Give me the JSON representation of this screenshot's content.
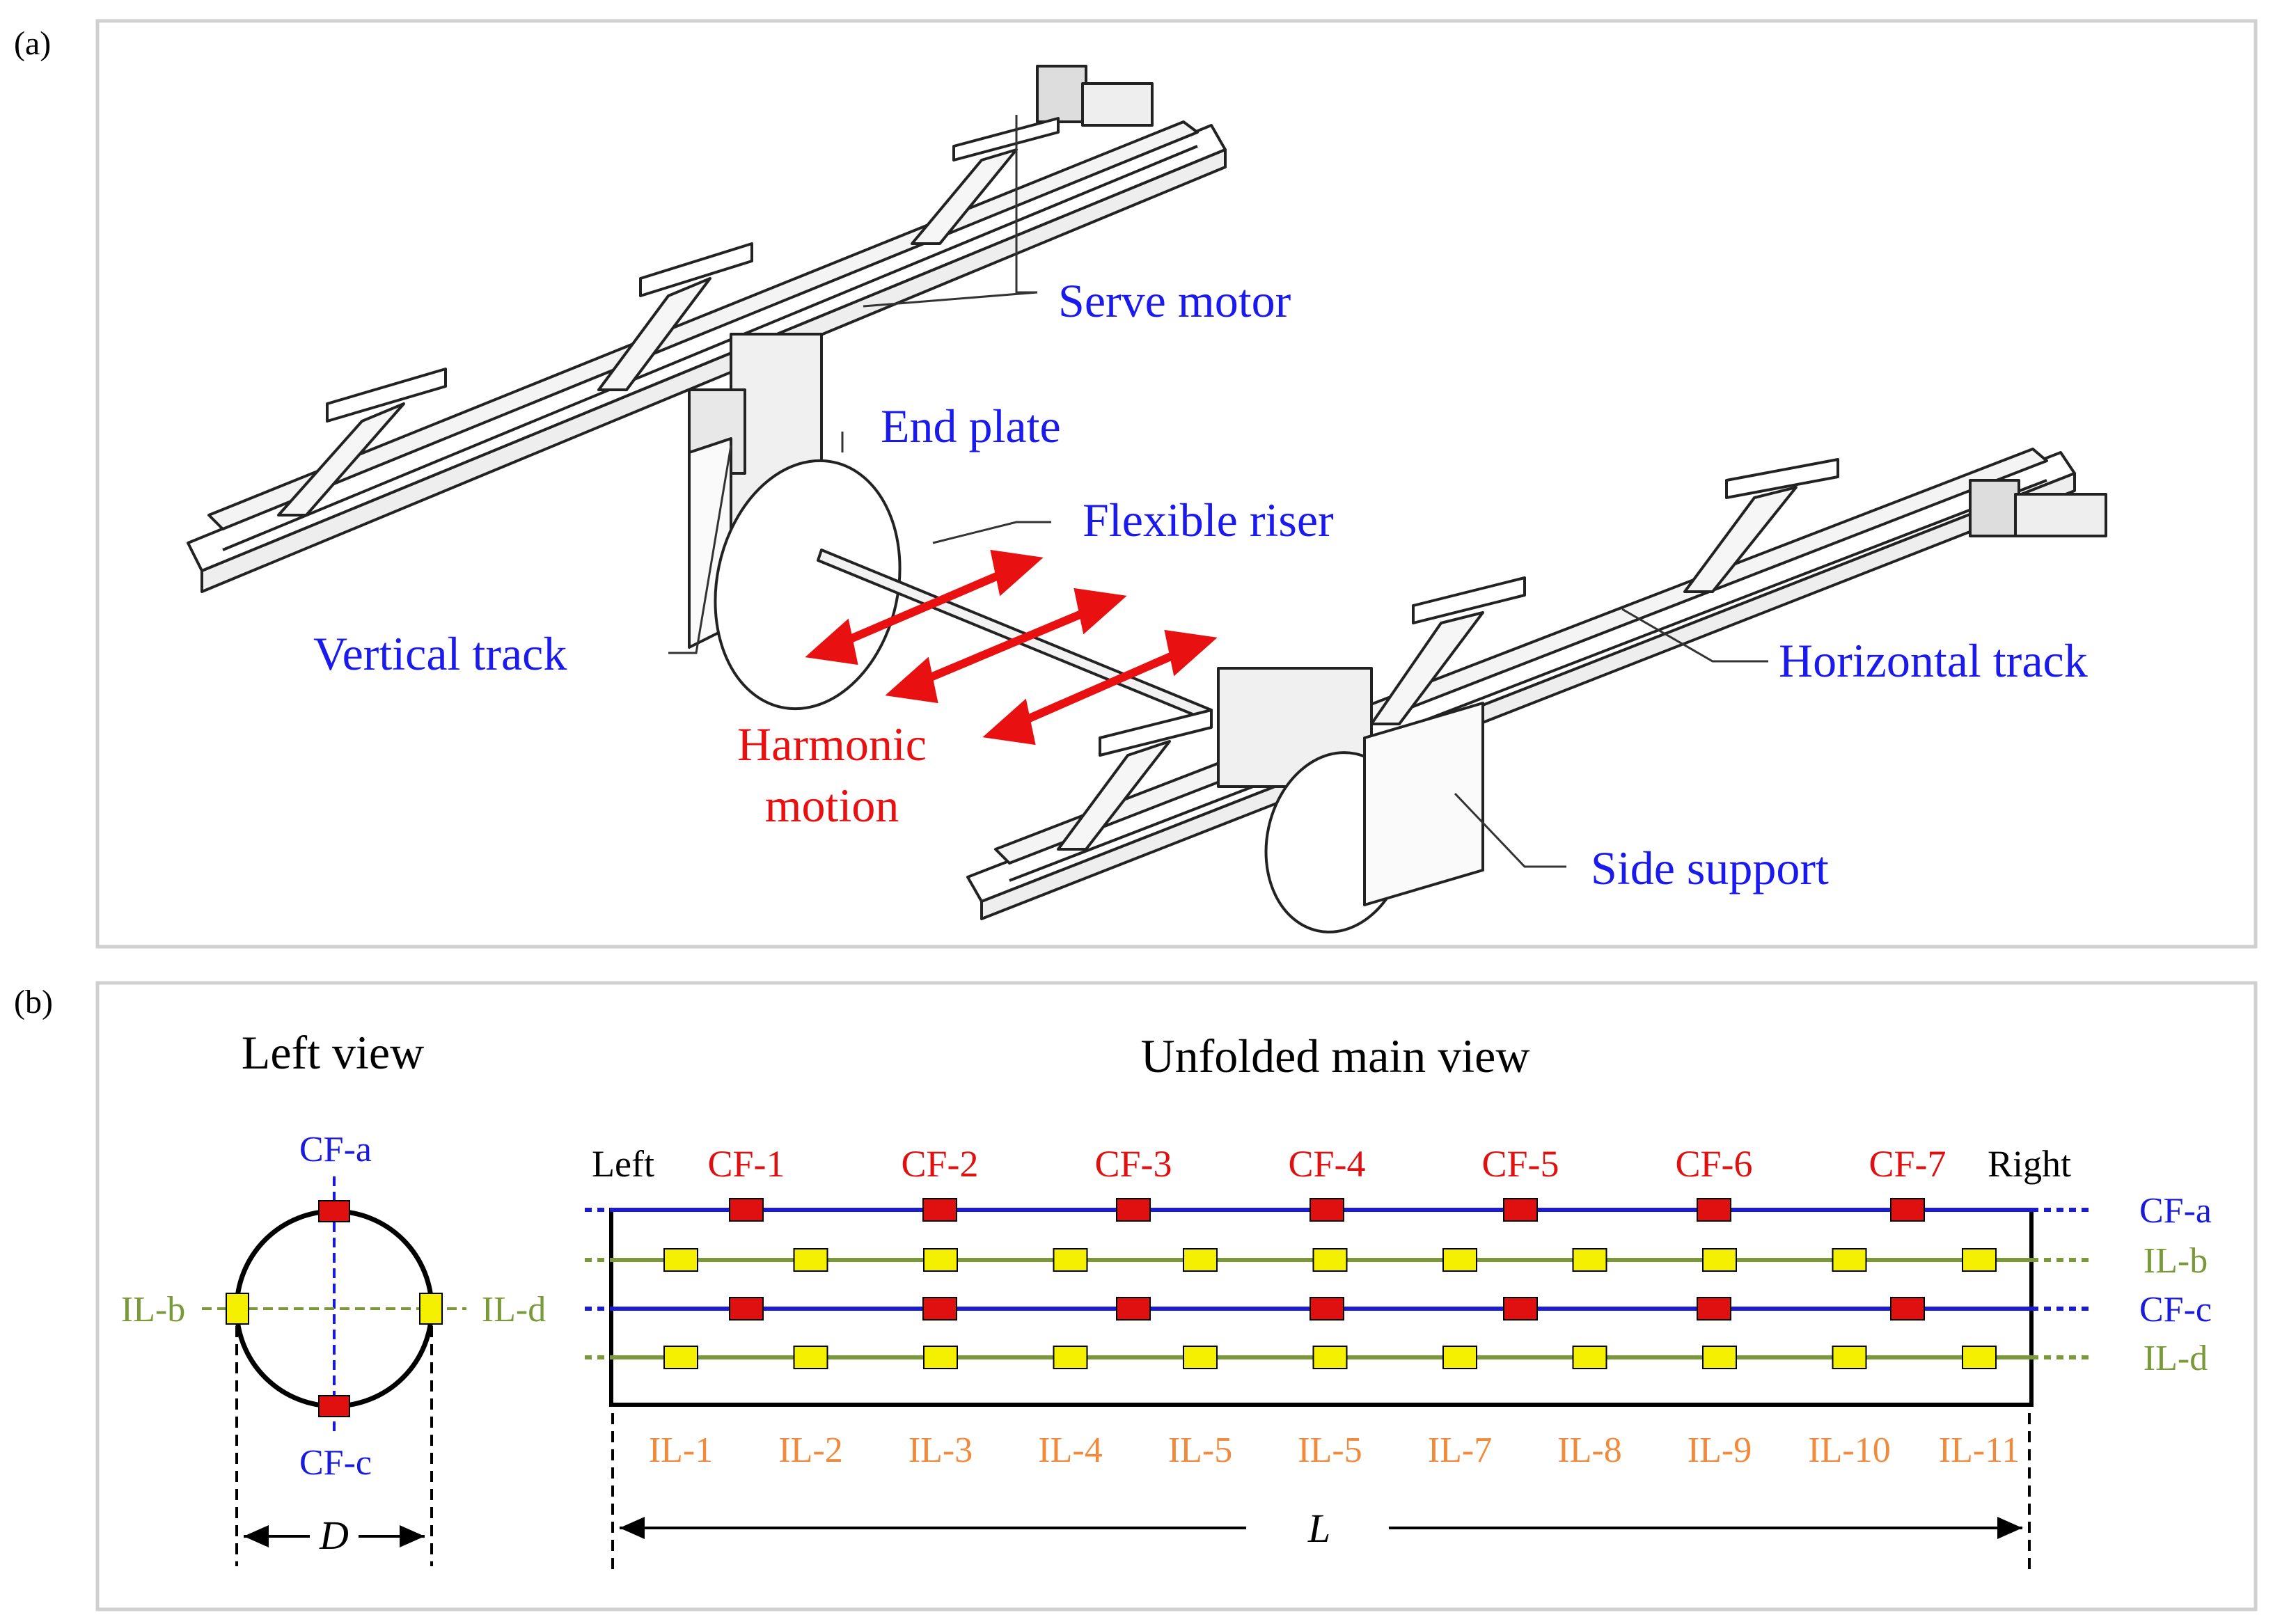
{
  "panel_a": {
    "label": "(a)",
    "callouts": {
      "serve_motor": "Serve motor",
      "end_plate": "End plate",
      "flexible_riser": "Flexible riser",
      "vertical_track": "Vertical track",
      "horizontal_track": "Horizontal track",
      "harmonic_line1": "Harmonic",
      "harmonic_line2": "motion",
      "side_support": "Side support"
    }
  },
  "panel_b": {
    "label": "(b)",
    "left_view": {
      "title": "Left view",
      "top_label": "CF-a",
      "bottom_label": "CF-c",
      "left_label": "IL-b",
      "right_label": "IL-d",
      "dimension": "D"
    },
    "main_view": {
      "title": "Unfolded main view",
      "left_end": "Left",
      "right_end": "Right",
      "cf_labels": [
        "CF-1",
        "CF-2",
        "CF-3",
        "CF-4",
        "CF-5",
        "CF-6",
        "CF-7"
      ],
      "line_labels": [
        "CF-a",
        "IL-b",
        "CF-c",
        "IL-d"
      ],
      "il_labels": [
        "IL-1",
        "IL-2",
        "IL-3",
        "IL-4",
        "IL-5",
        "IL-5",
        "IL-7",
        "IL-8",
        "IL-9",
        "IL-10",
        "IL-11"
      ],
      "dimension": "L"
    },
    "colors": {
      "cf_line": "#1a1adb",
      "il_line": "#7a9a3a",
      "cf_sensor": "#e01010",
      "il_sensor": "#f5f000",
      "cf_text": "#e01010",
      "il_text": "#f08a3c",
      "callout_text": "#1a1aee",
      "motion_arrow": "#e81010"
    }
  }
}
